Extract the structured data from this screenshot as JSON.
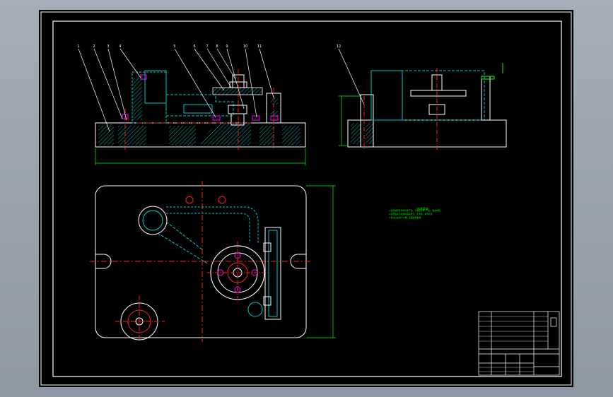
{
  "drawing": {
    "balloons_front": [
      "1",
      "2",
      "3",
      "4",
      "5",
      "6",
      "7",
      "8",
      "9",
      "10",
      "11"
    ],
    "balloon_side": "12",
    "notes": {
      "heading": "技术要求",
      "lines": [
        "1.装配前所有零件清洗干净，不得有毛刺，飞边，锐边倒钝。",
        "2.装配后各活动部件运动灵活，无卡滞，夹紧可靠。",
        "3.未注公差按IT12级，表面发黑处理。"
      ]
    },
    "colors": {
      "background": "#000000",
      "outline": "#ffffff",
      "hidden": "#00c8c8",
      "centerline": "#ff2020",
      "dimension": "#00ff00",
      "fastener": "#ff00ff",
      "note": "#00ff00"
    }
  }
}
